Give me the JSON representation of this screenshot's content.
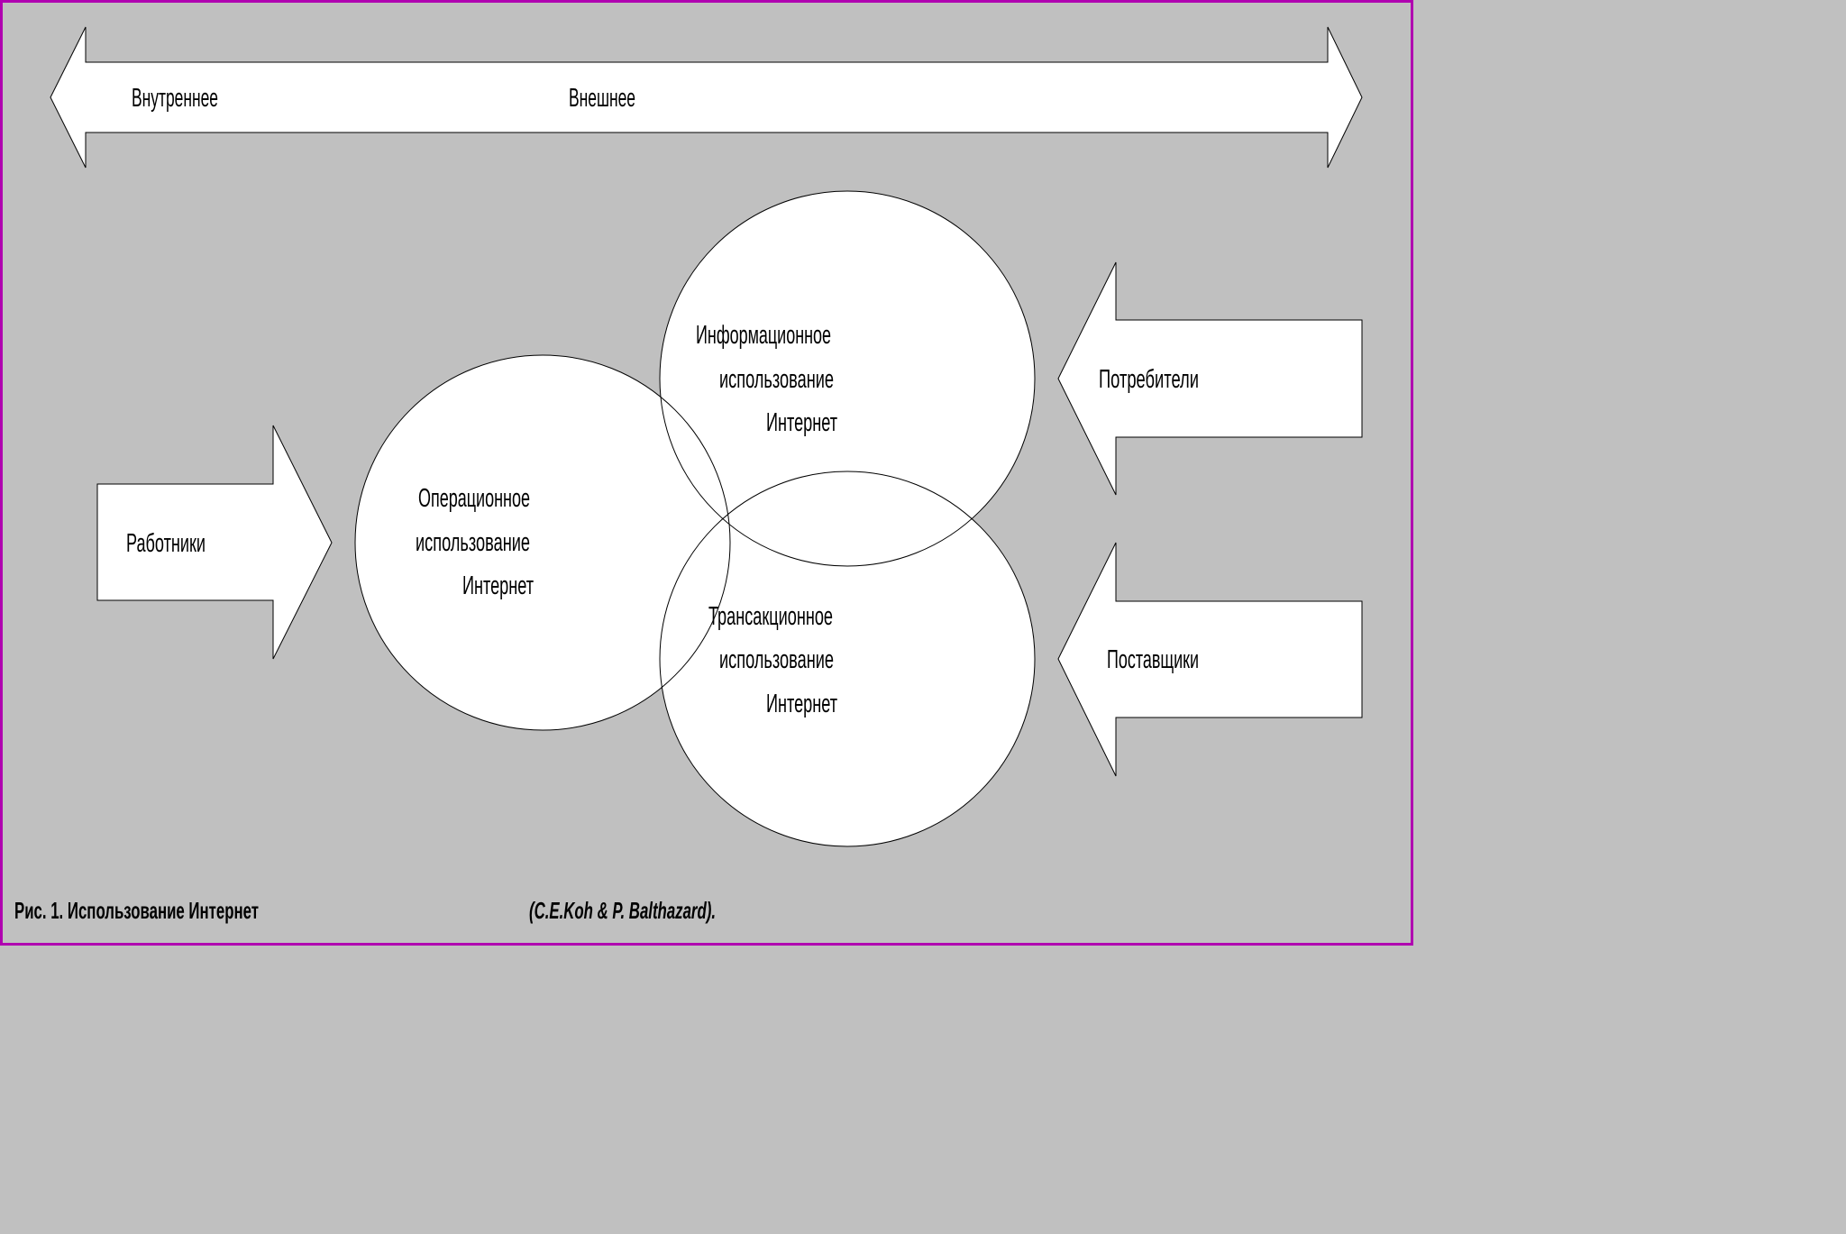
{
  "axis": {
    "left_label": "Внутреннее",
    "right_label": "Внешнее"
  },
  "arrows": {
    "employees": "Работники",
    "consumers": "Потребители",
    "suppliers": "Поставщики"
  },
  "circles": {
    "operational": [
      "Операционное",
      "использование",
      "Интернет"
    ],
    "informational": [
      "Информационное",
      "использование",
      "Интернет"
    ],
    "transactional": [
      "Трансакционное",
      "использование",
      "Интернет"
    ]
  },
  "caption": {
    "title": "Рис. 1. Использование Интернет",
    "source": "(C.E.Koh & P. Balthazard)."
  },
  "colors": {
    "background": "#c0c0c0",
    "shape_fill": "#ffffff",
    "frame": "#b000b0"
  }
}
